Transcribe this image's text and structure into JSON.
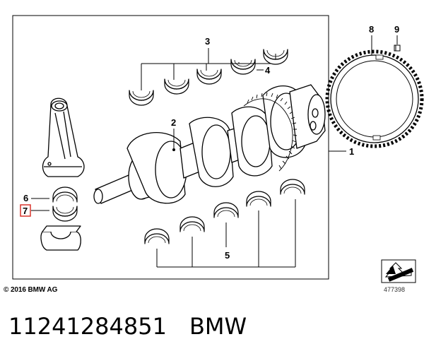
{
  "diagram": {
    "callouts": {
      "c1": "1",
      "c2": "2",
      "c3": "3",
      "c4": "4",
      "c5": "5",
      "c6": "6",
      "c7": "7",
      "c8": "8",
      "c9": "9"
    },
    "highlighted_callout": "7",
    "highlight_color": "#d9342b",
    "copyright": "© 2016 BMW AG",
    "drawing_number": "477398"
  },
  "caption": {
    "part_number": "11241284851",
    "brand": "BMW"
  }
}
